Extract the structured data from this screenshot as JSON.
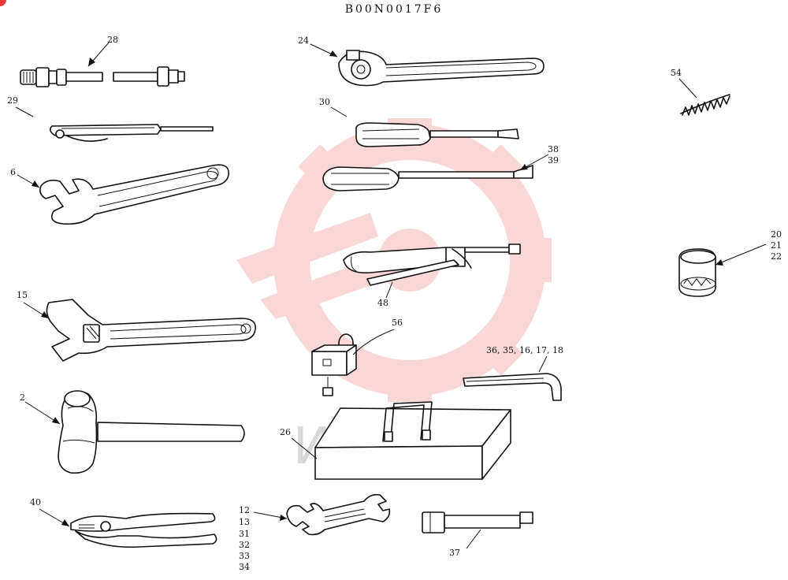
{
  "document": {
    "code": "B00N0017F6",
    "watermark_text": "ИНТЕХ",
    "watermark_color": "#f6b8b8"
  },
  "labels": {
    "l28": "28",
    "l29": "29",
    "l6": "6",
    "l15": "15",
    "l2": "2",
    "l40": "40",
    "l24": "24",
    "l30": "30",
    "l38": "38",
    "l39": "39",
    "l48": "48",
    "l56": "56",
    "l26": "26",
    "l12": "12",
    "l13": "13",
    "l31": "31",
    "l32": "32",
    "l33": "33",
    "l34": "34",
    "l37": "37",
    "l36": "36, 35, 16, 17, 18",
    "l54": "54",
    "l20": "20",
    "l21": "21",
    "l22": "22"
  }
}
